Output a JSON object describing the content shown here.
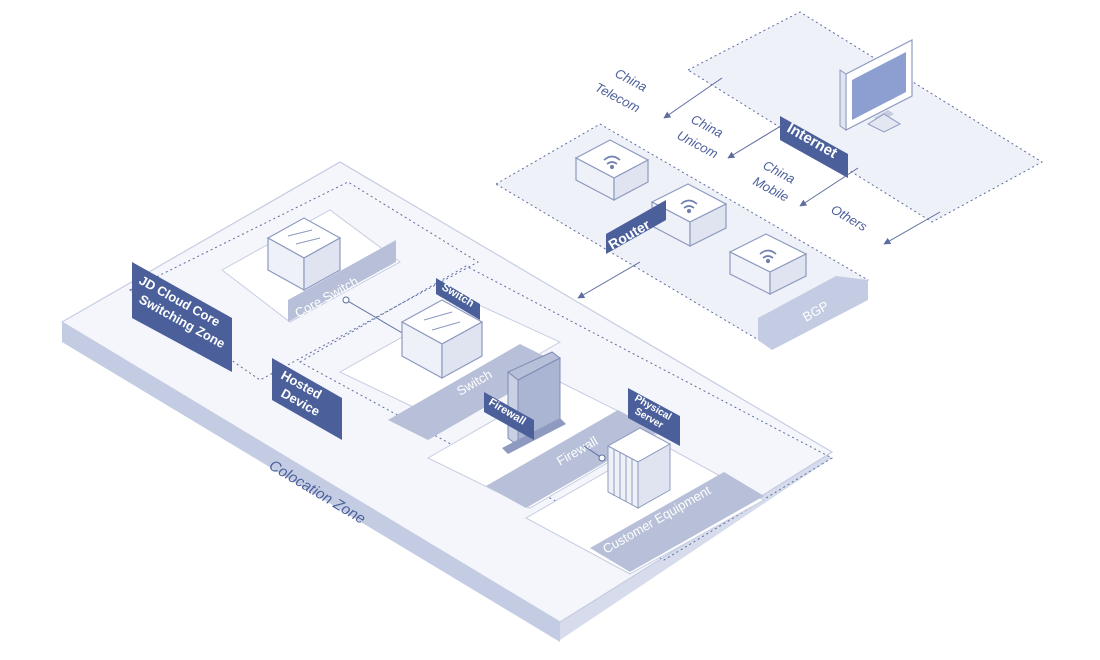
{
  "labels": {
    "internet": "Internet",
    "router": "Router",
    "bgp": "BGP",
    "isp_telecom_1": "China",
    "isp_telecom_2": "Telecom",
    "isp_unicom_1": "China",
    "isp_unicom_2": "Unicom",
    "isp_mobile_1": "China",
    "isp_mobile_2": "Mobile",
    "isp_others": "Others",
    "jd_zone_1": "JD Cloud Core",
    "jd_zone_2": "Switching Zone",
    "core_switch": "Core Switch",
    "switch_tag": "Switch",
    "hosted_device_1": "Hosted",
    "hosted_device_2": "Device",
    "switch_platform": "Switch",
    "firewall_tag": "Firewall",
    "firewall_platform": "Firewall",
    "physical_server_1": "Physical",
    "physical_server_2": "Server",
    "customer_equipment": "Customer Equipment",
    "colocation_zone": "Colocation Zone"
  },
  "colors": {
    "accent_dark": "#4b5f9b",
    "platform_fill": "#d6dcec",
    "panel_fill": "#f4f6fb",
    "outline": "#b7c0d8",
    "device_fill": "#ffffff",
    "line": "#5c6d9e"
  }
}
